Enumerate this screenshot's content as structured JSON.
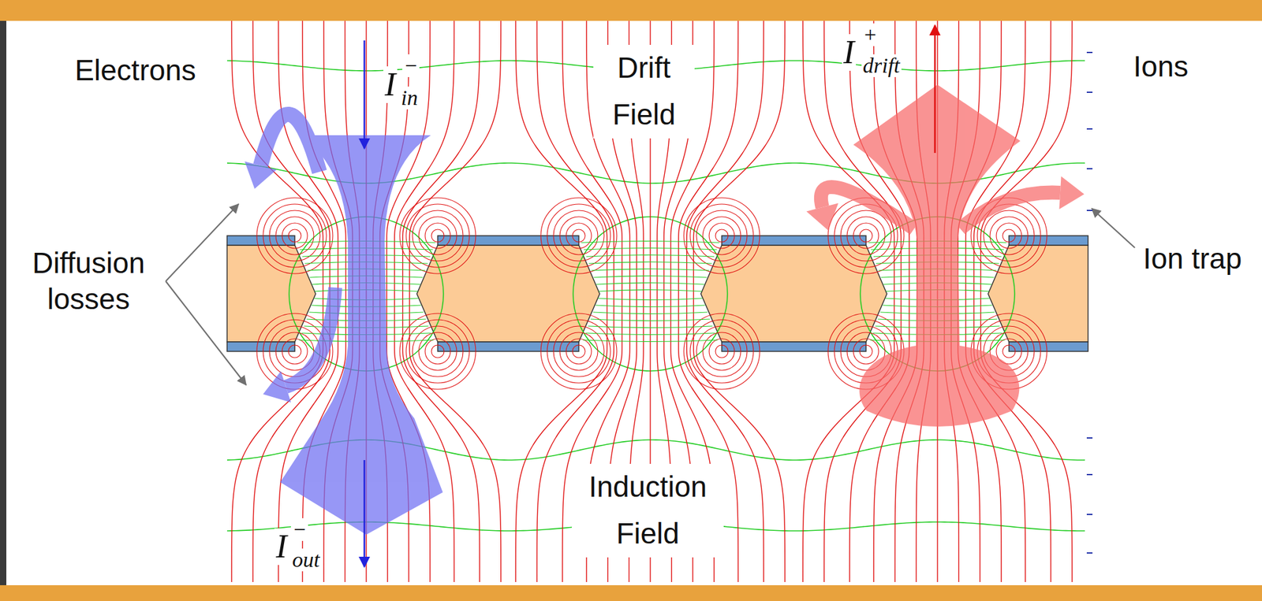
{
  "diagram": {
    "labels": [
      "Electrons",
      "I",
      "−",
      "in",
      "Drift Field",
      "I",
      "+",
      "drift",
      "Ions",
      "Diffusion losses",
      "Ion trap",
      "Induction Field",
      "I",
      "−",
      "out"
    ]
  }
}
